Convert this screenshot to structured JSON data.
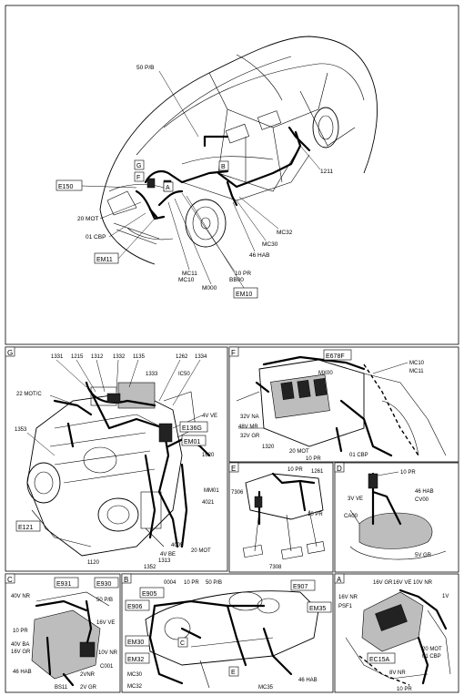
{
  "panels": {
    "main": {
      "labels": {
        "fifty_pb": "50 P/B",
        "g": "G",
        "f": "F",
        "b": "B",
        "a": "A",
        "e150": "E150",
        "twenty_mot": "20 MOT",
        "zero1_cbp": "01 CBP",
        "em11": "EM11",
        "mc11": "MC11",
        "mc10": "MC10",
        "m000": "M000",
        "ten_pr": "10 PR",
        "bb00": "BB00",
        "em10": "EM10",
        "forty6_hab": "46 HAB",
        "mc30": "MC30",
        "mc32": "MC32",
        "n1211": "1211"
      }
    },
    "G": {
      "letter": "G",
      "labels": {
        "n1331": "1331",
        "n1215": "1215",
        "n1312": "1312",
        "n1332": "1332",
        "n1135": "1135",
        "n1262": "1262",
        "n1334": "1334",
        "n1333": "1333",
        "ic50": "IC50",
        "twenty2_motc": "22 MOT/C",
        "four_ve": "4V VE",
        "e136g": "E136G",
        "em01": "EM01",
        "n1620": "1620",
        "n1353": "1353",
        "mm01": "MM01",
        "n4021": "4021",
        "e121": "E121",
        "n4005": "4005",
        "twenty_mot": "20 MOT",
        "n1120": "1120",
        "n1352": "1352",
        "n1313": "1313",
        "four_be": "4V BE"
      }
    },
    "F": {
      "letter": "F",
      "labels": {
        "e678f": "E678F",
        "mx00": "MX00",
        "mc10": "MC10",
        "mc11": "MC11",
        "thirty2_na": "32V NA",
        "forty8_mr": "48V MR",
        "thirty2_gr": "32V GR",
        "n1320": "1320",
        "twenty_mot": "20 MOT",
        "ten_pr": "10 PR",
        "zero1_cbp": "01 CBP"
      }
    },
    "E": {
      "letter": "E",
      "labels": {
        "ten_pr": "10 PR",
        "n1261": "1261",
        "n7306": "7306",
        "ten_pr_b": "10 PR",
        "n7308": "7308"
      }
    },
    "D": {
      "letter": "D",
      "labels": {
        "ten_pr": "10 PR",
        "three_ve": "3V VE",
        "forty6_hab": "46 HAB",
        "cv00": "CV00",
        "ca00": "CA00",
        "five_gr": "5V GR"
      }
    },
    "C": {
      "letter": "C",
      "labels": {
        "e931": "E931",
        "e930": "E930",
        "forty_nr": "40V NR",
        "fifty_pb": "50 P/B",
        "sixteen_ve": "16V VE",
        "ten_pr": "10 PR",
        "forty_ba": "40V BA",
        "sixteen_gr": "16V GR",
        "ten_nr": "10V NR",
        "c001": "C001",
        "forty6_hab": "46 HAB",
        "two_nr": "2VNR",
        "bs11": "BS11",
        "two_gr": "2V GR"
      }
    },
    "B": {
      "letter": "B",
      "labels": {
        "n0004": "0004",
        "ten_pr": "10 PR",
        "fifty_pb": "50 P/B",
        "e905": "E905",
        "e906": "E906",
        "e907": "E907",
        "em35": "EM35",
        "em30": "EM30",
        "em32": "EM32",
        "mc30": "MC30",
        "mc32": "MC32",
        "e": "E",
        "c": "C",
        "mc35": "MC35",
        "forty6_hab": "46 HAB"
      }
    },
    "A": {
      "letter": "A",
      "labels": {
        "sixteen_gr": "16V GR",
        "sixteen_ve": "16V VE",
        "ten_nr": "10V NR",
        "sixteen_nr": "16V NR",
        "one_v": "1V",
        "psf1": "PSF1",
        "ec15a": "EC15A",
        "twenty_mot": "20 MOT",
        "zero1_cbp": "01 CBP",
        "eight_nr": "8V NR",
        "ten_pr": "10 PR"
      }
    }
  }
}
